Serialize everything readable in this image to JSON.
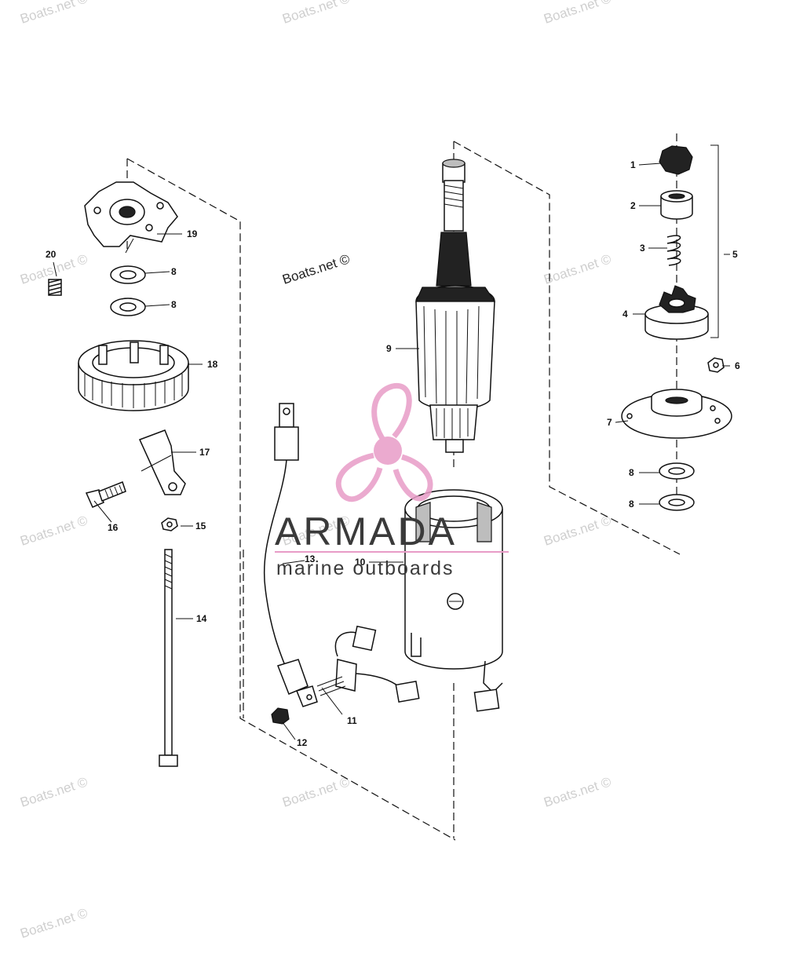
{
  "watermarks": [
    "Boats.net ©",
    "Boats.net ©",
    "Boats.net ©",
    "Boats.net ©",
    "Boats.net ©",
    "Boats.net ©",
    "Boats.net ©",
    "Boats.net ©",
    "Boats.net ©",
    "Boats.net ©",
    "Boats.net ©",
    "Boats.net ©"
  ],
  "center_watermark": "Boats.net ©",
  "brand": {
    "name": "ARMADA",
    "tagline": "marine outboards",
    "logo_color": "#e89cc7"
  },
  "callouts": [
    "1",
    "2",
    "3",
    "4",
    "5",
    "6",
    "7",
    "8",
    "8",
    "9",
    "10",
    "11",
    "12",
    "13",
    "14",
    "15",
    "16",
    "17",
    "18",
    "19",
    "20",
    "8",
    "8"
  ]
}
